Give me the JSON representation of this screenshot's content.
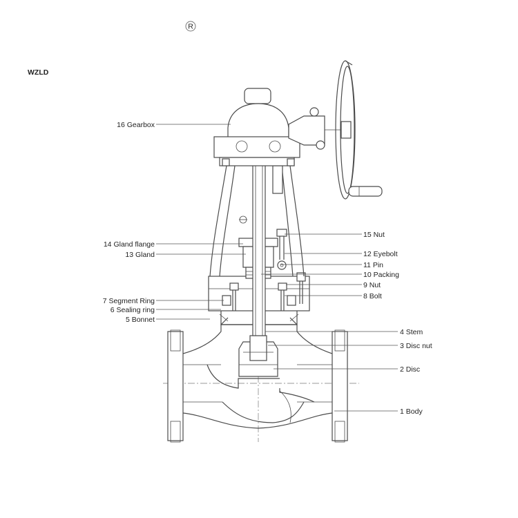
{
  "brand": {
    "logo_text": "WZLD",
    "registered_mark": "R",
    "color": "#E8611C"
  },
  "parts": [
    {
      "num": "16",
      "name": "Gearbox",
      "side": "left"
    },
    {
      "num": "15",
      "name": "Nut",
      "side": "right"
    },
    {
      "num": "14",
      "name": "Gland flange",
      "side": "left"
    },
    {
      "num": "13",
      "name": "Gland",
      "side": "left"
    },
    {
      "num": "12",
      "name": "Eyebolt",
      "side": "right"
    },
    {
      "num": "11",
      "name": "Pin",
      "side": "right"
    },
    {
      "num": "10",
      "name": "Packing",
      "side": "right"
    },
    {
      "num": "9",
      "name": "Nut",
      "side": "right"
    },
    {
      "num": "8",
      "name": "Bolt",
      "side": "right"
    },
    {
      "num": "7",
      "name": "Segment Ring",
      "side": "left"
    },
    {
      "num": "6",
      "name": "Sealing ring",
      "side": "left"
    },
    {
      "num": "5",
      "name": "Bonnet",
      "side": "left"
    },
    {
      "num": "4",
      "name": "Stem",
      "side": "right"
    },
    {
      "num": "3",
      "name": "Disc nut",
      "side": "right"
    },
    {
      "num": "2",
      "name": "Disc",
      "side": "right"
    },
    {
      "num": "1",
      "name": "Body",
      "side": "right"
    }
  ]
}
